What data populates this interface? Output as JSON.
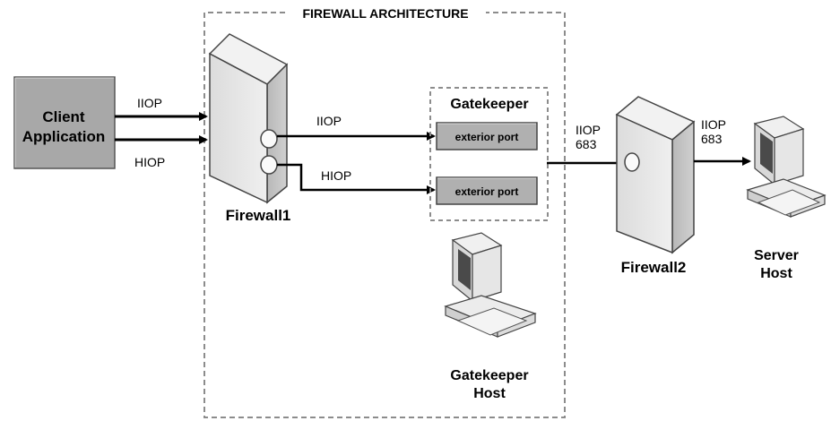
{
  "frame": {
    "title": "FIREWALL ARCHITECTURE"
  },
  "client": {
    "line1": "Client",
    "line2": "Application"
  },
  "gatekeeper": {
    "title": "Gatekeeper",
    "port_top": "exterior port",
    "port_bottom": "exterior port"
  },
  "labels": {
    "client_iiop": "IIOP",
    "client_hiop": "HIOP",
    "fw1_iiop": "IIOP",
    "fw1_hiop": "HIOP",
    "fw2_in_proto": "IIOP",
    "fw2_in_port": "683",
    "fw2_out_proto": "IIOP",
    "fw2_out_port": "683"
  },
  "nodes": {
    "firewall1": "Firewall1",
    "firewall2": "Firewall2",
    "gatekeeper_host_line1": "Gatekeeper",
    "gatekeeper_host_line2": "Host",
    "server_host_line1": "Server",
    "server_host_line2": "Host"
  },
  "colors": {
    "box_gray": "#a8a8a8",
    "dash": "#8c8c8c",
    "device_light": "#e4e4e4",
    "device_mid": "#c8c8c8",
    "device_dark": "#9a9a9a"
  }
}
